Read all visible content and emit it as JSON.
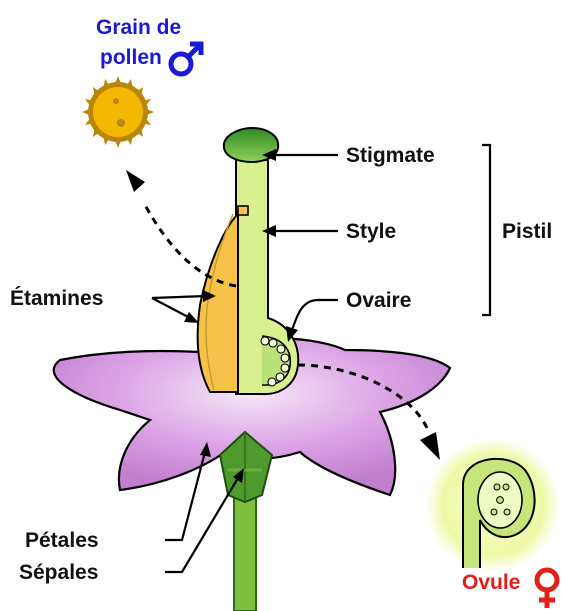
{
  "labels": {
    "pollen_line1": "Grain de",
    "pollen_line2": "pollen",
    "stigmate": "Stigmate",
    "style": "Style",
    "ovaire": "Ovaire",
    "pistil": "Pistil",
    "etamines": "Étamines",
    "petales": "Pétales",
    "sepales": "Sépales",
    "ovule": "Ovule"
  },
  "colors": {
    "male_symbol": "#1a1ad6",
    "female_symbol": "#e0201a",
    "pollen": "#f0b400",
    "stamen": "#f7c24a",
    "pistil_light": "#d4ef8a",
    "stigma_dark": "#3d9a2a",
    "petal": "#cf8fdc",
    "sepal": "#4f9a2e",
    "stem": "#7fbf3d",
    "ovule_bg": "#edf9a8"
  },
  "icons": {
    "male": "male-symbol-icon",
    "female": "female-symbol-icon"
  }
}
